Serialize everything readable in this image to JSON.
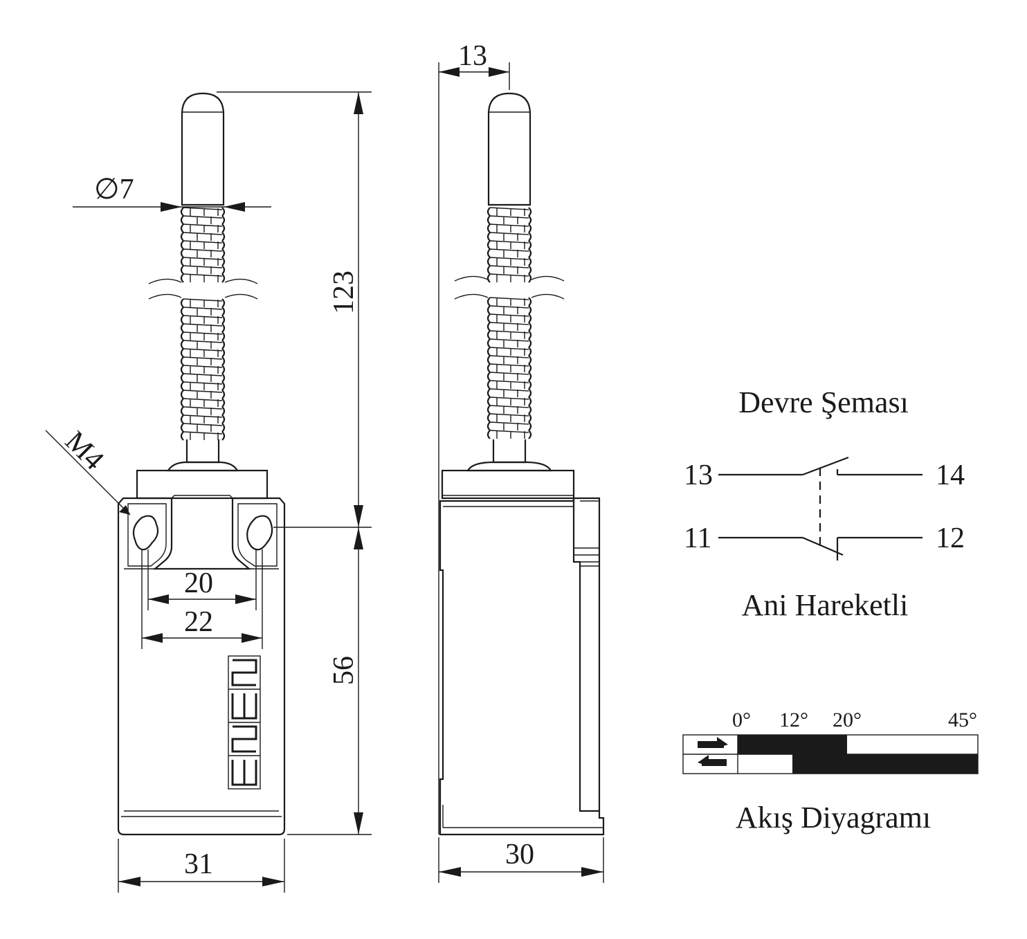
{
  "dimensions": {
    "phi": "∅7",
    "height_lever": "123",
    "height_body": "56",
    "width_front": "31",
    "width_side": "30",
    "top_offset": "13",
    "hole_spacing_inner": "20",
    "hole_spacing_outer": "22",
    "thread": "M4"
  },
  "circuit": {
    "title": "Devre Şeması",
    "subtitle": "Ani Hareketli",
    "terminals": [
      "13",
      "14",
      "11",
      "12"
    ]
  },
  "flow": {
    "title": "Akış Diyagramı",
    "angles": [
      "0°",
      "12°",
      "20°",
      "45°"
    ]
  },
  "logo_text": "EMAS"
}
